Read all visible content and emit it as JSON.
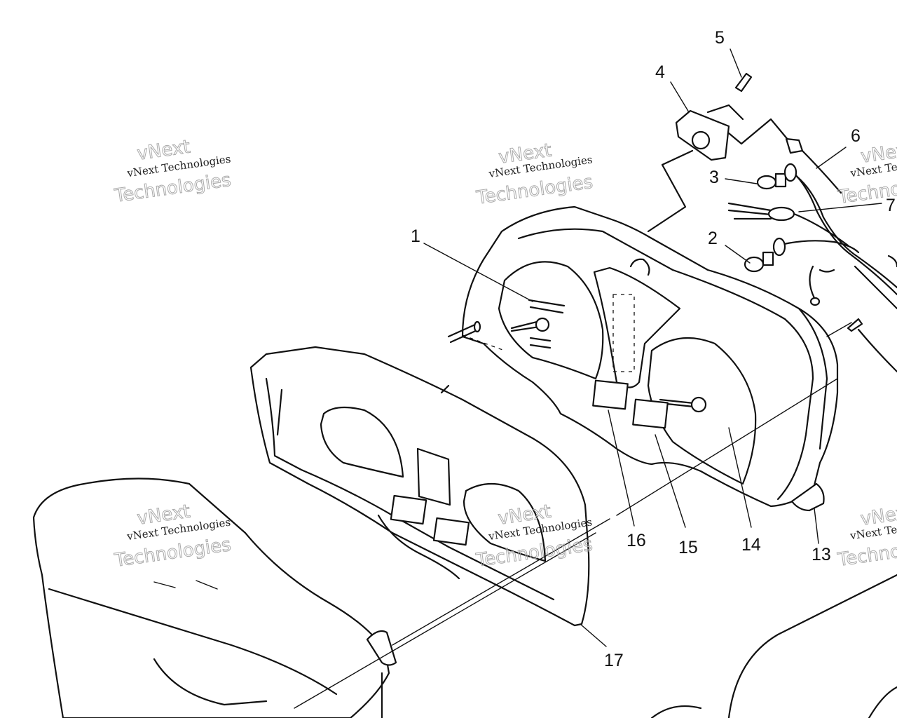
{
  "diagram": {
    "callouts": [
      {
        "id": "1",
        "label": "1"
      },
      {
        "id": "2",
        "label": "2"
      },
      {
        "id": "3",
        "label": "3"
      },
      {
        "id": "4",
        "label": "4"
      },
      {
        "id": "5",
        "label": "5"
      },
      {
        "id": "6",
        "label": "6"
      },
      {
        "id": "7",
        "label": "7"
      },
      {
        "id": "13",
        "label": "13"
      },
      {
        "id": "14",
        "label": "14"
      },
      {
        "id": "15",
        "label": "15"
      },
      {
        "id": "16",
        "label": "16"
      },
      {
        "id": "17",
        "label": "17"
      }
    ]
  },
  "watermark": {
    "company": "vNext Technologies",
    "line1": "vNext",
    "line2": "Technologies"
  }
}
